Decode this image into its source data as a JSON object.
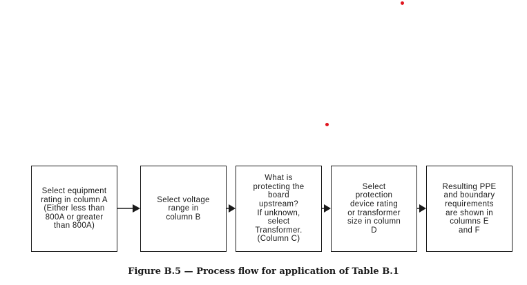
{
  "diagram": {
    "steps": [
      {
        "text": "Select equipment\nrating in column A\n(Either less than\n800A or greater\nthan 800A)"
      },
      {
        "text": "Select voltage\nrange in\ncolumn B"
      },
      {
        "text": "What is\nprotecting the\nboard\nupstream?\nIf unknown,\nselect\nTransformer.\n(Column C)"
      },
      {
        "text": "Select\nprotection\ndevice rating\nor transformer\nsize in column\nD"
      },
      {
        "text": "Resulting PPE\nand boundary\nrequirements\nare shown in\ncolumns E\nand F"
      }
    ],
    "connector": "arrow-right",
    "colors": {
      "stroke": "#1a1a1a",
      "dot": "#e0141e"
    }
  },
  "caption": "Figure B.5 — Process flow for application of Table B.1"
}
